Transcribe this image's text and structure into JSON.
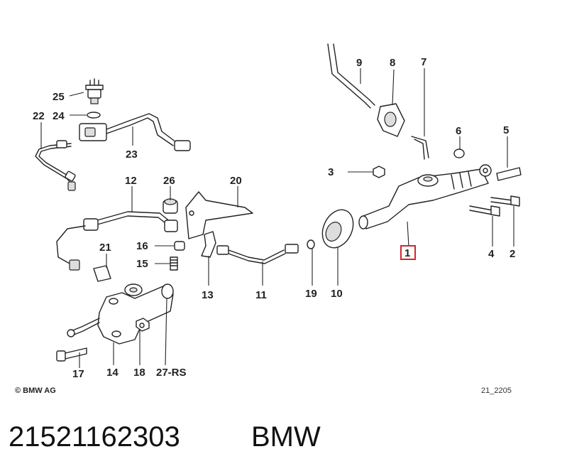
{
  "parts": {
    "p1": "1",
    "p2": "2",
    "p3": "3",
    "p4": "4",
    "p5": "5",
    "p6": "6",
    "p7": "7",
    "p8": "8",
    "p9": "9",
    "p10": "10",
    "p11": "11",
    "p12": "12",
    "p13": "13",
    "p14": "14",
    "p15": "15",
    "p16": "16",
    "p17": "17",
    "p18": "18",
    "p19": "19",
    "p20": "20",
    "p21": "21",
    "p22": "22",
    "p23": "23",
    "p24": "24",
    "p25": "25",
    "p26": "26",
    "p27": "27-RS"
  },
  "highlight_color": "#d4262a",
  "copyright": "© BMW AG",
  "diagram_ref": "21_2205",
  "footer": {
    "part_number": "21521162303",
    "brand": "BMW"
  }
}
